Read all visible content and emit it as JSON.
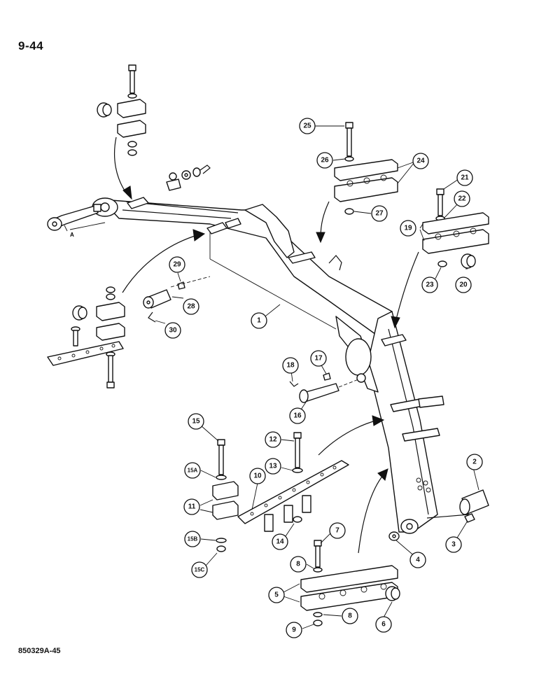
{
  "page_number": "9-44",
  "drawing_code": "850329A-45",
  "view_label": "A",
  "callouts": [
    "1",
    "2",
    "3",
    "4",
    "5",
    "6",
    "7",
    "8",
    "8",
    "9",
    "10",
    "11",
    "12",
    "13",
    "14",
    "15",
    "15A",
    "15B",
    "15C",
    "16",
    "17",
    "18",
    "19",
    "20",
    "21",
    "22",
    "23",
    "24",
    "25",
    "26",
    "27",
    "28",
    "29",
    "30"
  ]
}
